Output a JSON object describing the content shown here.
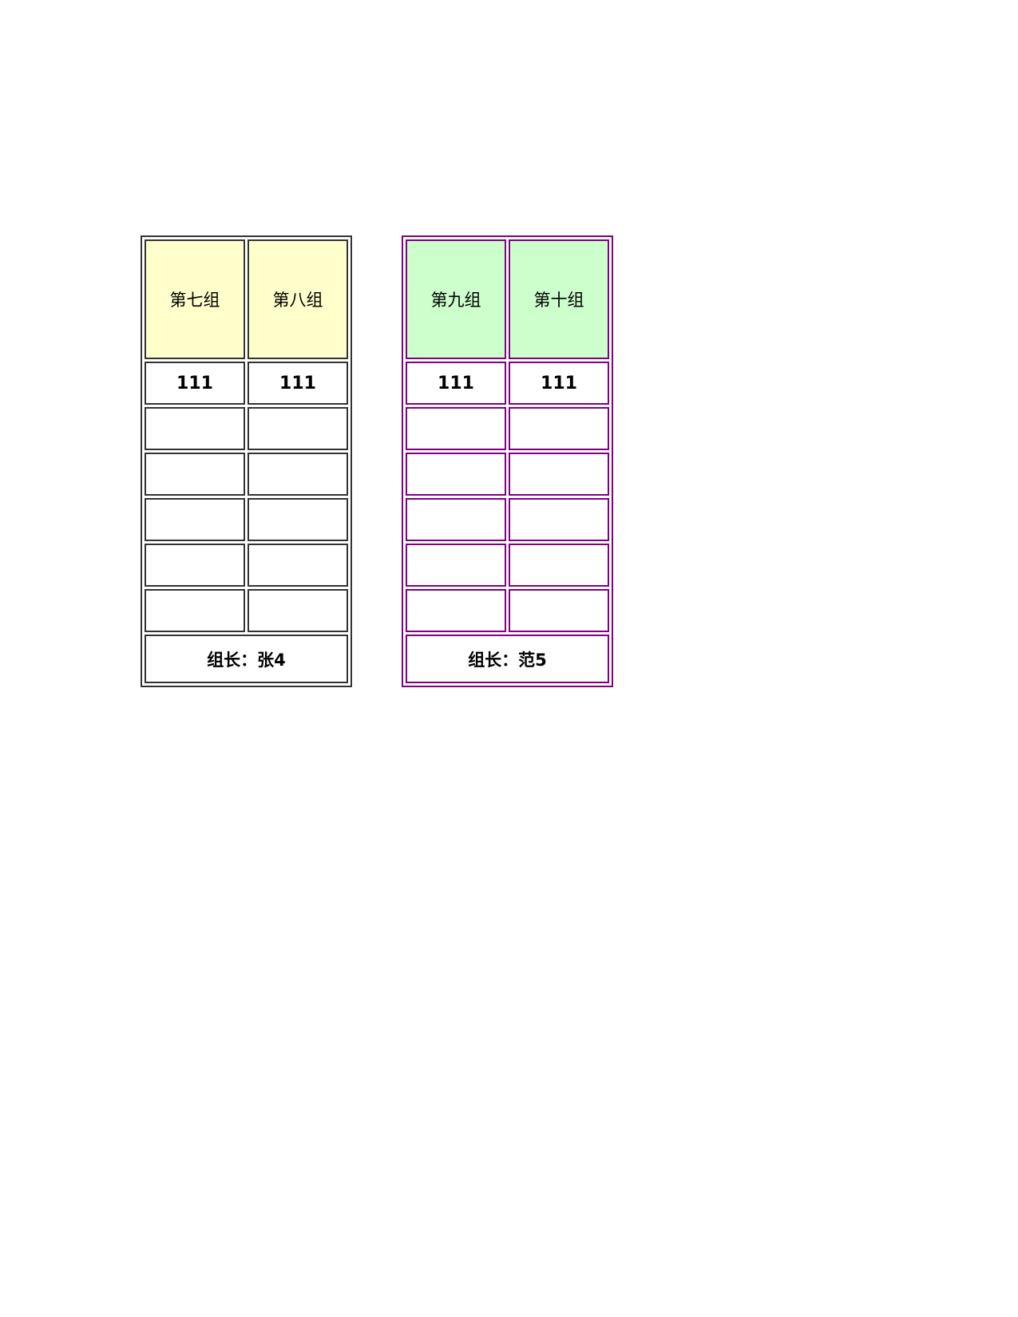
{
  "page": {
    "background_color": "#ffffff"
  },
  "tables": [
    {
      "name": "group-table-7-8",
      "border_color": "#333333",
      "header_bg": "#ffffcc",
      "headers": [
        "第七组",
        "第八组"
      ],
      "rows": [
        [
          "111",
          "111"
        ],
        [
          "",
          ""
        ],
        [
          "",
          ""
        ],
        [
          "",
          ""
        ],
        [
          "",
          ""
        ],
        [
          "",
          ""
        ]
      ],
      "footer": "组长：张4"
    },
    {
      "name": "group-table-9-10",
      "border_color": "#800080",
      "header_bg": "#ccffcc",
      "headers": [
        "第九组",
        "第十组"
      ],
      "rows": [
        [
          "111",
          "111"
        ],
        [
          "",
          ""
        ],
        [
          "",
          ""
        ],
        [
          "",
          ""
        ],
        [
          "",
          ""
        ],
        [
          "",
          ""
        ]
      ],
      "footer": "组长：范5"
    }
  ]
}
